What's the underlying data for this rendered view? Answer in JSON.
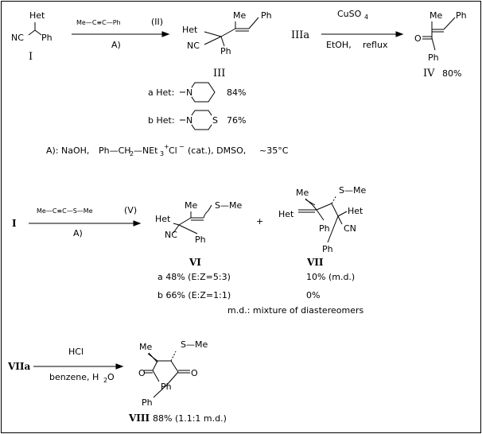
{
  "labels": {
    "het": "Het",
    "nc": "NC",
    "cn": "CN",
    "ph": "Ph",
    "me": "Me",
    "o": "O",
    "s": "S",
    "n": "N",
    "s_me": "S—Me",
    "plus": "+"
  },
  "scheme1": {
    "cmpd_I": "I",
    "reagent_II_chain": "Me—C≡C—Ph",
    "reagent_II_label": "(II)",
    "arrow1_cond": "A)",
    "cmpd_III": "III",
    "step2_start": "IIIa",
    "reagent_cuso4": "CuSO",
    "reagent_cuso4_sub": "4",
    "cond_etoh": "EtOH,",
    "cond_reflux": "reflux",
    "cmpd_IV": "IV",
    "yield_IV": "80%",
    "het_a_label": "a  Het:",
    "het_a_yield": "84%",
    "het_b_label": "b  Het:",
    "het_b_yield": "76%",
    "cond_A_prefix": "A):  NaOH,",
    "cond_A_cat_1": "Ph—CH",
    "cond_A_cat_2": "—NEt",
    "cond_A_cat_3": "Cl",
    "cond_A_cat_4": "(cat.),  DMSO,",
    "cond_A_sub2": "2",
    "cond_A_sub3": "3",
    "cond_A_plus": "+",
    "cond_A_minus": "−",
    "cond_A_temp": "~35°C"
  },
  "scheme2": {
    "start_I": "I",
    "reagent_V_chain": "Me—C≡C—S—Me",
    "reagent_V_label": "(V)",
    "arrow_cond": "A)",
    "cmpd_VI": "VI",
    "cmpd_VII": "VII",
    "vi_a": "a  48%  (E:Z=5:3)",
    "vi_b": "b  66%  (E:Z=1:1)",
    "vii_a": "10%  (m.d.)",
    "vii_b": "0%",
    "md_note": "m.d.:  mixture  of  diastereomers"
  },
  "scheme3": {
    "start_VIIa": "VIIa",
    "reagent_hcl": "HCl",
    "cond_solvent": "benzene,  H",
    "cond_solvent_sub": "2",
    "cond_solvent_end": "O",
    "cmpd_VIII": "VIII",
    "yield_VIII": "88%  (1.1:1  m.d.)"
  }
}
